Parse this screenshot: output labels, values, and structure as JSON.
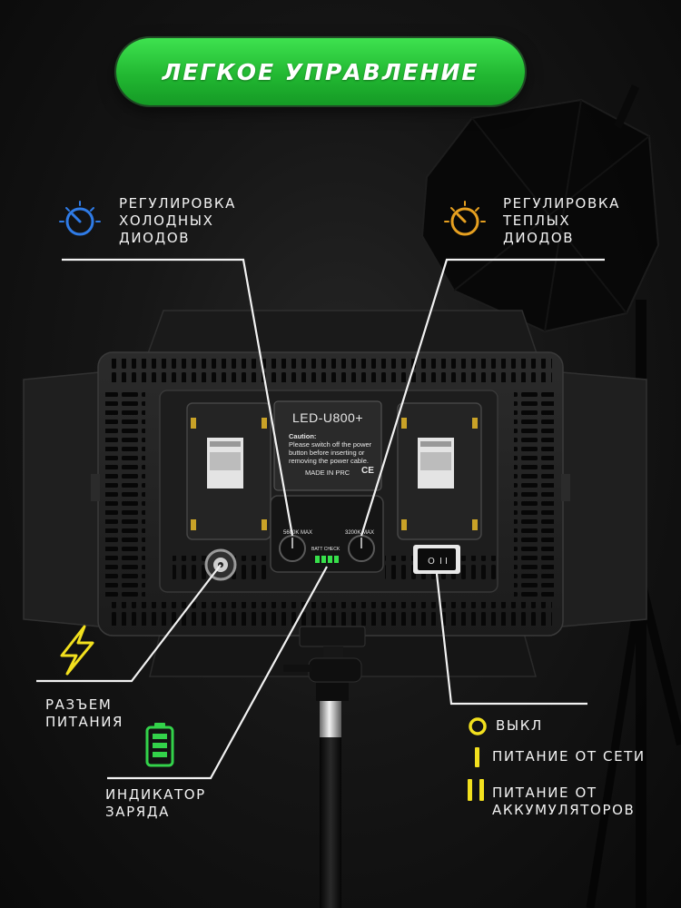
{
  "header": {
    "title": "ЛЕГКОЕ УПРАВЛЕНИЕ"
  },
  "callouts": {
    "cold": {
      "lines": [
        "РЕГУЛИРОВКА",
        "ХОЛОДНЫХ",
        "ДИОДОВ"
      ],
      "icon": "dial-icon",
      "color": "#2f7be6"
    },
    "warm": {
      "lines": [
        "РЕГУЛИРОВКА",
        "ТЕПЛЫХ",
        "ДИОДОВ"
      ],
      "icon": "dial-icon",
      "color": "#e6a020"
    },
    "power": {
      "lines": [
        "РАЗЪЕМ",
        "ПИТАНИЯ"
      ],
      "icon": "lightning-icon",
      "color": "#f2e01e"
    },
    "charge": {
      "lines": [
        "ИНДИКАТОР",
        "ЗАРЯДА"
      ],
      "icon": "battery-icon",
      "color": "#33d24a"
    }
  },
  "switch_legend": [
    {
      "symbol": "O",
      "label": "ВЫКЛ"
    },
    {
      "symbol": "I",
      "label": "ПИТАНИЕ ОТ СЕТИ"
    },
    {
      "symbol": "II",
      "label": [
        "ПИТАНИЕ ОТ",
        "АККУМУЛЯТОРОВ"
      ]
    }
  ],
  "legend_color": "#f2e01e",
  "device": {
    "model": "LED-U800+",
    "caution_title": "Caution:",
    "caution_lines": [
      "Please switch off the power",
      "button before inserting or",
      "removing the power cable."
    ],
    "made_in": "MADE IN PRC",
    "ce": "CE",
    "knob_left": "5600K  MAX",
    "knob_right": "3200K  MAX",
    "batt_check": "BATT CHECK"
  }
}
